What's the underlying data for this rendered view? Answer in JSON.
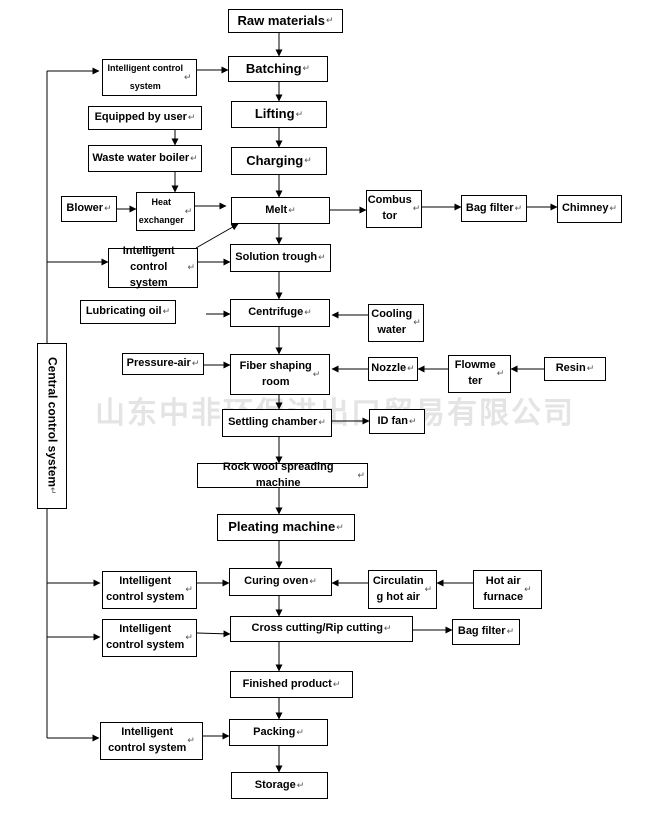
{
  "nodes": {
    "raw_materials": "Raw materials",
    "batching": "Batching",
    "lifting": "Lifting",
    "charging": "Charging",
    "melt": "Melt",
    "solution_trough": "Solution trough",
    "centrifuge": "Centrifuge",
    "fiber_shaping_room": "Fiber shaping\nroom",
    "settling_chamber": "Settling chamber",
    "rock_wool_spreading": "Rock wool spreading machine",
    "pleating_machine": "Pleating machine",
    "curing_oven": "Curing oven",
    "cross_cutting": "Cross cutting/Rip cutting",
    "finished_product": "Finished product",
    "packing": "Packing",
    "storage": "Storage",
    "ics_batching": "Intelligent control\nsystem",
    "equipped_by_user": "Equipped by user",
    "waste_water_boiler": "Waste water boiler",
    "blower": "Blower",
    "heat_exchanger": "Heat\nexchanger",
    "ics_solution": "Intelligent\ncontrol system",
    "combustor": "Combus\ntor",
    "bag_filter_top": "Bag filter",
    "chimney": "Chimney",
    "lubricating_oil": "Lubricating oil",
    "cooling_water": "Cooling\nwater",
    "pressure_air": "Pressure-air",
    "nozzle": "Nozzle",
    "flowmeter": "Flowme\nter",
    "resin": "Resin",
    "id_fan": "ID fan",
    "ics_curing": "Intelligent\ncontrol system",
    "circulating_hot_air": "Circulatin\ng hot air",
    "hot_air_furnace": "Hot air\nfurnace",
    "ics_cross": "Intelligent\ncontrol system",
    "bag_filter_bottom": "Bag filter",
    "ics_packing": "Intelligent\ncontrol system",
    "central_control": "Central control system"
  },
  "watermark": "山东中非环保进出口贸易有限公司",
  "paragraph_mark": "↵",
  "colors": {
    "line": "#000000",
    "watermark": "#cfcfcf"
  }
}
